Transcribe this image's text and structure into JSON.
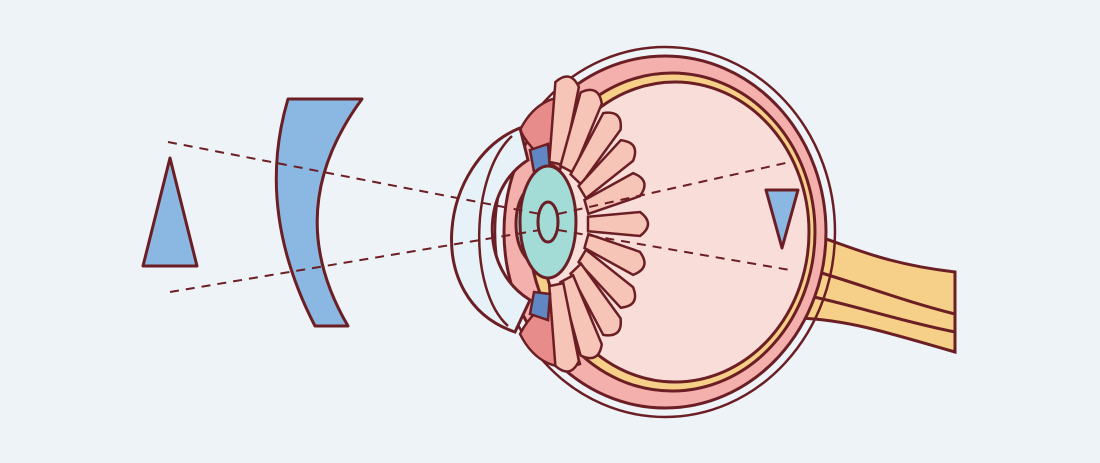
{
  "diagram": {
    "labels": [],
    "parts": [
      "object-triangle",
      "concave-lens",
      "eyeball",
      "retina",
      "cornea",
      "iris",
      "lens",
      "ciliary-body",
      "vitreous-body",
      "optic-nerve",
      "retinal-image",
      "light-rays"
    ]
  },
  "colors": {
    "background": "#eef3f7",
    "outline": "#6b1f25",
    "lens_blue": "#8bb8e3",
    "sclera_pink": "#f3b0ac",
    "retina_yellow": "#f6cf88",
    "vitreous": "#f9ddd8",
    "iris_teal": "#a3dcd6",
    "cornea": "#e6f2f7",
    "ciliary": "#f7c4b8",
    "muscle_red": "#e88b8b"
  }
}
